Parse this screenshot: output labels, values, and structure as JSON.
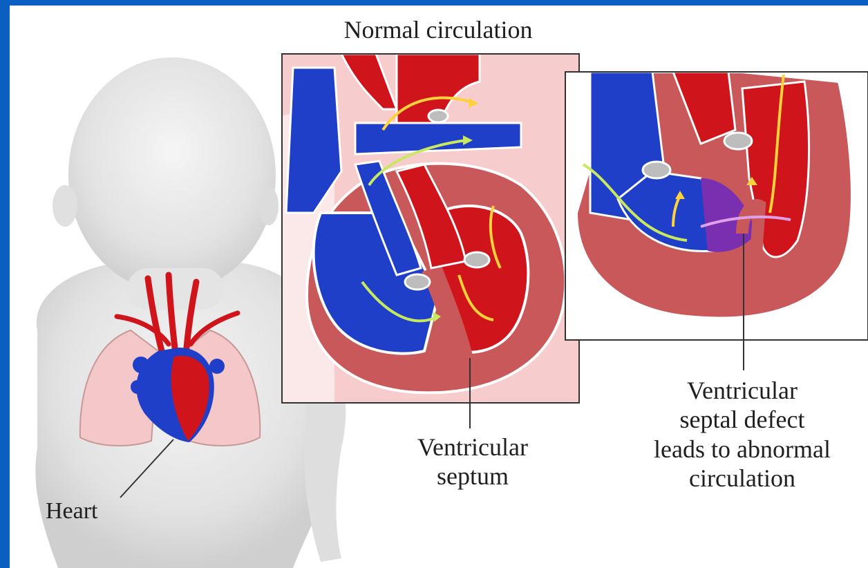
{
  "labels": {
    "title": "Normal circulation",
    "heart": "Heart",
    "septum_line1": "Ventricular",
    "septum_line2": "septum",
    "vsd_line1": "Ventricular",
    "vsd_line2": "septal defect",
    "vsd_line3": "leads to abnormal",
    "vsd_line4": "circulation"
  },
  "colors": {
    "frame": "#0a5fc0",
    "oxygenated": "#d0141c",
    "deoxygenated": "#1f3fc8",
    "mixed": "#7a2fb0",
    "heart_wall": "#c8585a",
    "lung": "#f4c8c8",
    "arrow_yellow": "#ffd23c",
    "arrow_green": "#c8e860"
  }
}
